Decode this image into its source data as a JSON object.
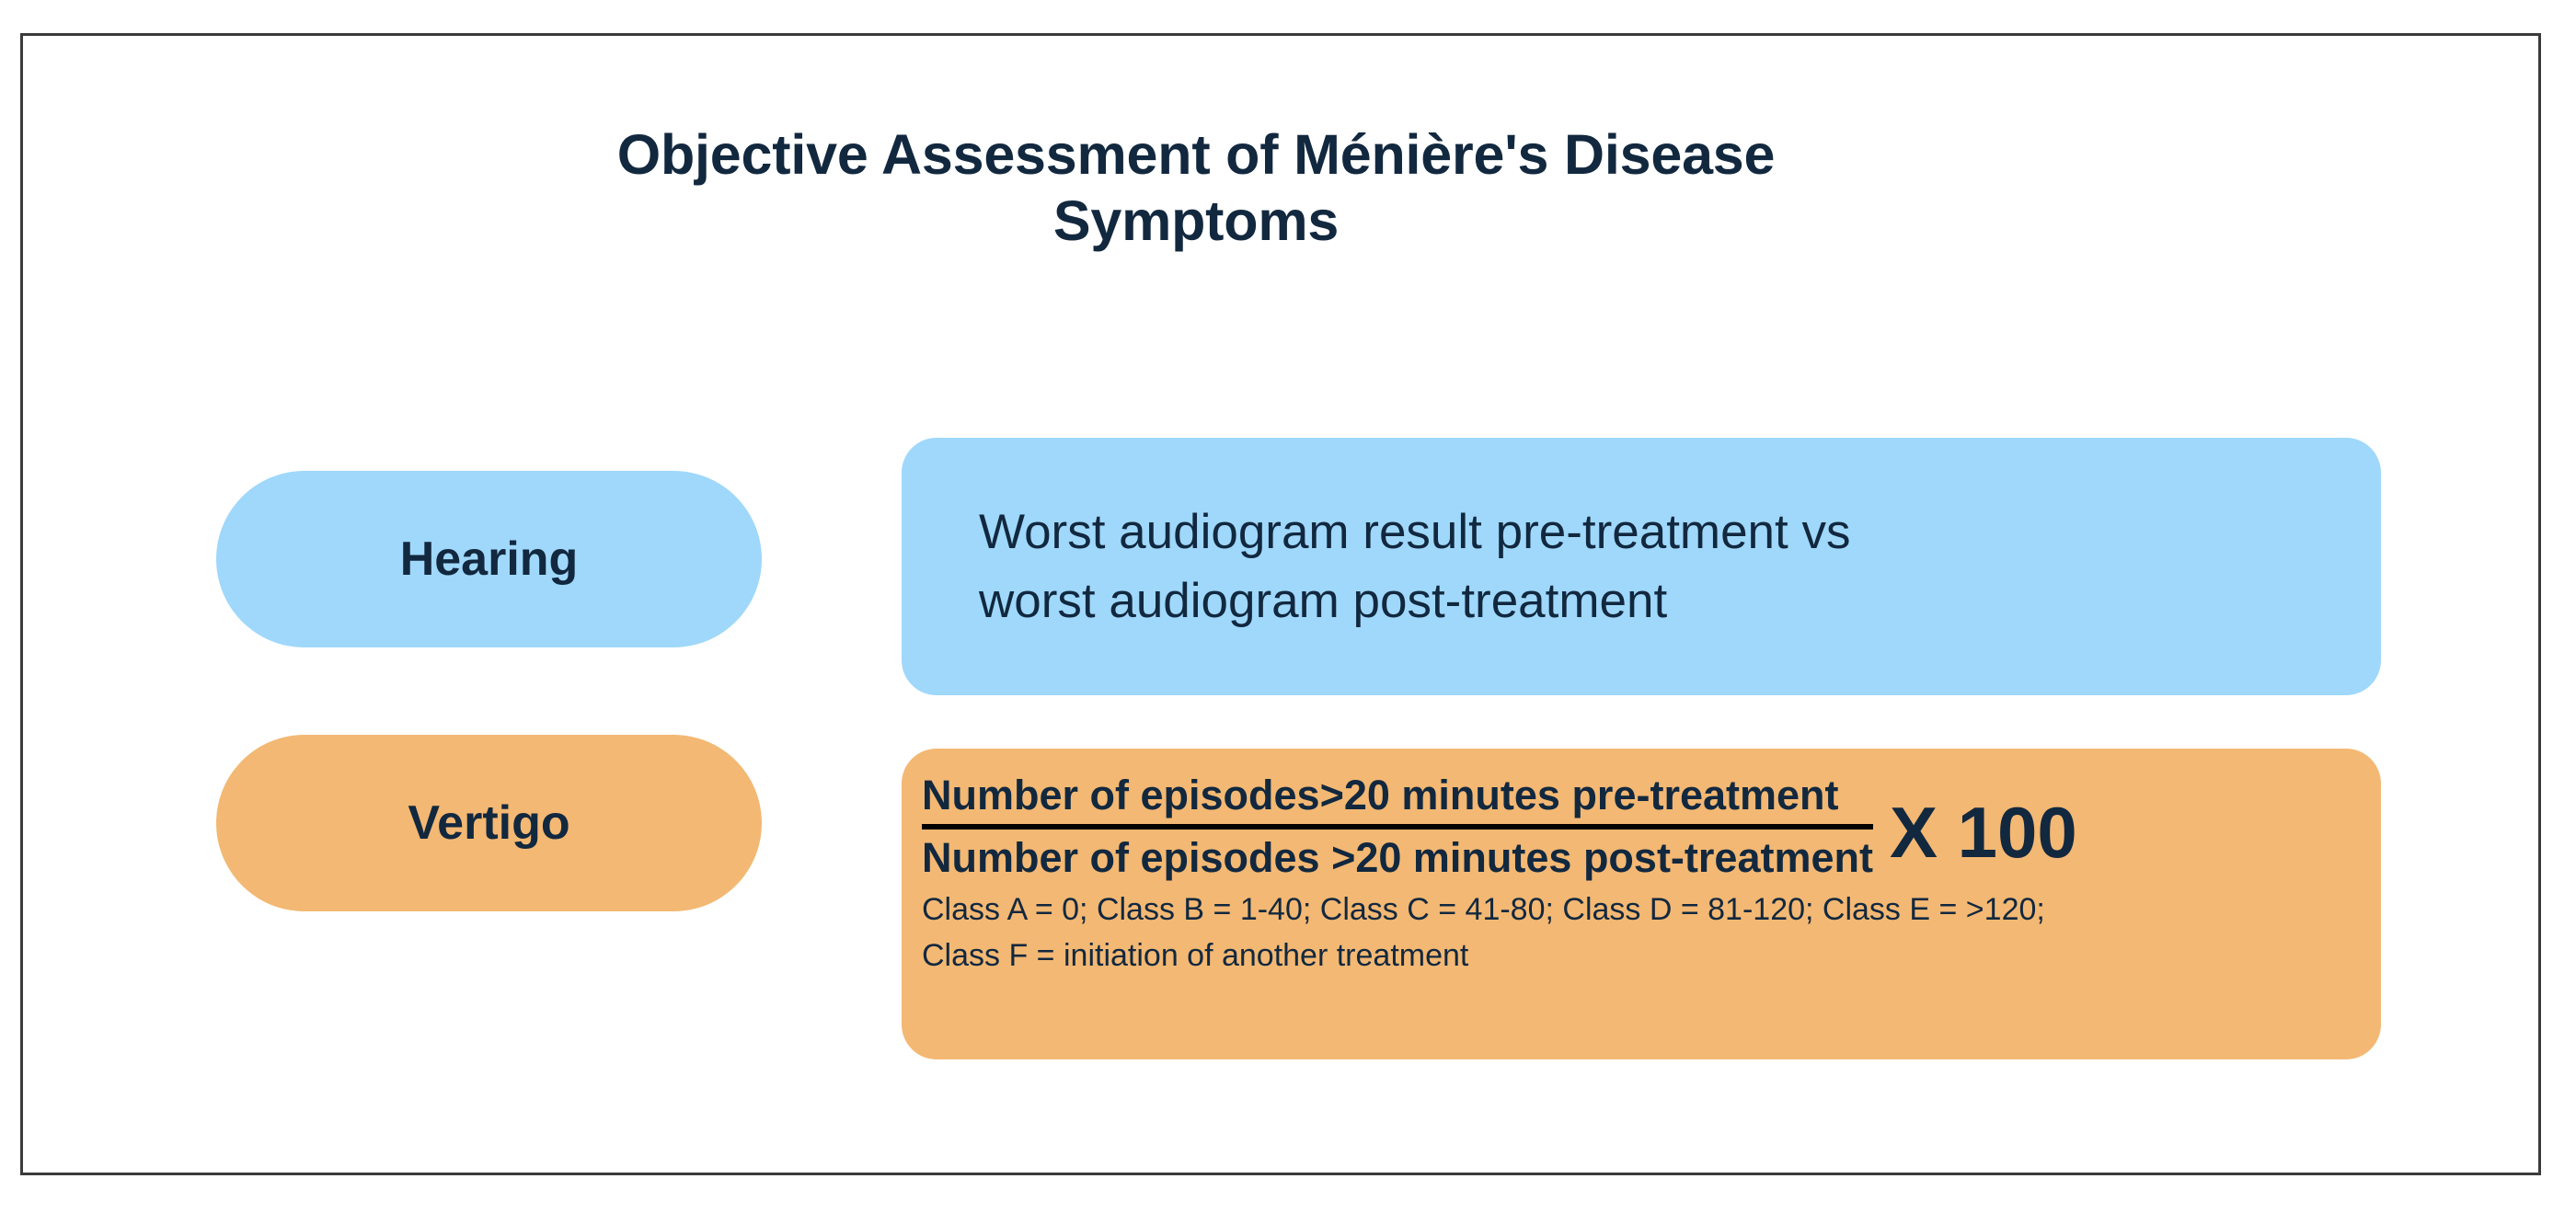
{
  "figure": {
    "title": "Objective Assessment of Ménière's Disease Symptoms",
    "title_line1": "Objective Assessment of Ménière's Disease",
    "title_line2": "Symptoms"
  },
  "colors": {
    "hearing_blue": "#9FD8FB",
    "vertigo_orange": "#F3B873",
    "text_navy": "#12283f",
    "frame_border": "#3b3b3b",
    "fraction_bar": "#000000",
    "background": "#ffffff"
  },
  "rows": [
    {
      "label": "Hearing",
      "accent": "#9FD8FB",
      "description": "Worst audiogram result pre-treatment vs worst audiogram post-treatment",
      "description_line1": "Worst audiogram result pre-treatment vs",
      "description_line2": "worst audiogram post-treatment"
    },
    {
      "label": "Vertigo",
      "accent": "#F3B873",
      "formula": {
        "numerator": "Number of episodes>20 minutes pre-treatment",
        "denominator": "Number of episodes >20 minutes post-treatment",
        "multiplier": "X 100"
      },
      "classes_line1": "Class A = 0; Class B = 1-40; Class C = 41-80; Class D = 81-120; Class E = >120;",
      "classes_line2": "Class F = initiation of another treatment",
      "classes": [
        {
          "name": "Class A",
          "value": "0"
        },
        {
          "name": "Class B",
          "value": "1-40"
        },
        {
          "name": "Class C",
          "value": "41-80"
        },
        {
          "name": "Class D",
          "value": "81-120"
        },
        {
          "name": "Class E",
          "value": ">120"
        },
        {
          "name": "Class F",
          "value": "initiation of another treatment"
        }
      ]
    }
  ]
}
